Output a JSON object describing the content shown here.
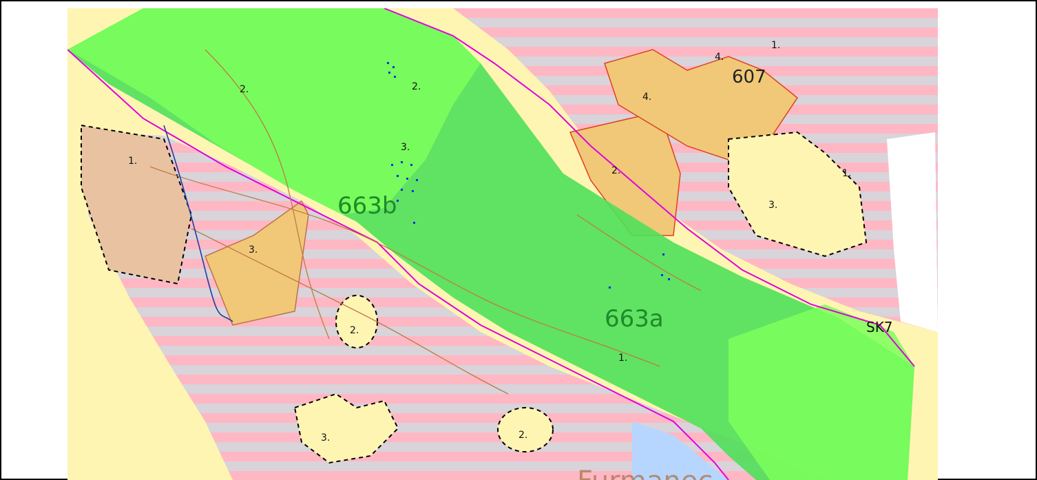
{
  "map": {
    "stand_labels": [
      "663b",
      "663a"
    ],
    "parcel_labels": [
      "1.",
      "2.",
      "3.",
      "4."
    ],
    "other_labels": {
      "code_607": "607",
      "sk7": "SK7",
      "watercourse": "Furmanec"
    },
    "colors": {
      "forest_green": "#4fe05a",
      "light_green": "#7dff5a",
      "stripe_pink": "#ffb7c4",
      "stripe_grey": "#d9d3da",
      "cream": "#fff5b2",
      "tan": "#f0c878",
      "brown_patch": "#e9c3a1",
      "boundary_magenta": "#e000e0",
      "water_blue": "#b7d6ff"
    }
  }
}
